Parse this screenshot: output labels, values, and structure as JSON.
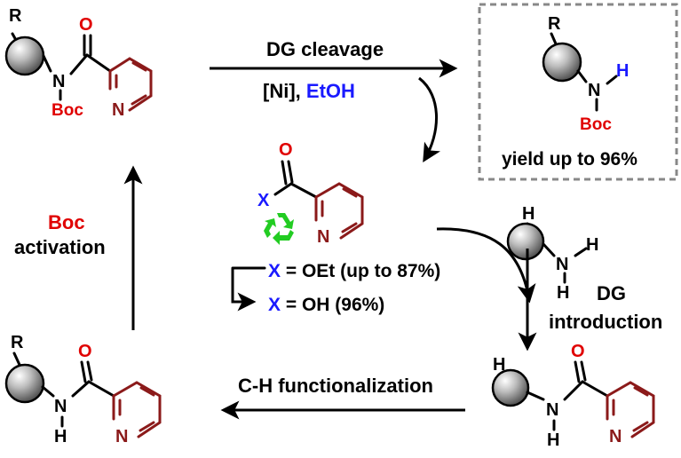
{
  "labels": {
    "r": "R",
    "h": "H",
    "n": "N",
    "o": "O",
    "x": "X",
    "boc": "Boc"
  },
  "arrows": {
    "top_label": "DG cleavage",
    "reagent_ni": "[Ni]",
    "reagent_sep": ", ",
    "reagent_etoh": "EtOH",
    "left_label_1": "Boc",
    "left_label_2": "activation",
    "right_label_1": "DG",
    "right_label_2": "introduction",
    "bottom_label": "C-H functionalization"
  },
  "product_box": {
    "yield": "yield up to 96%"
  },
  "recycle": {
    "x_oet": "X",
    "oet_text": " = OEt (up to 87%)",
    "x_oh": "X",
    "oh_text": " = OH (96%)"
  },
  "colors": {
    "heteroatom_red": "#e00000",
    "blue": "#1a1aff",
    "ring_brown": "#8b1a1a",
    "recycle_green": "#22cc22",
    "box_dash": "#888888"
  }
}
